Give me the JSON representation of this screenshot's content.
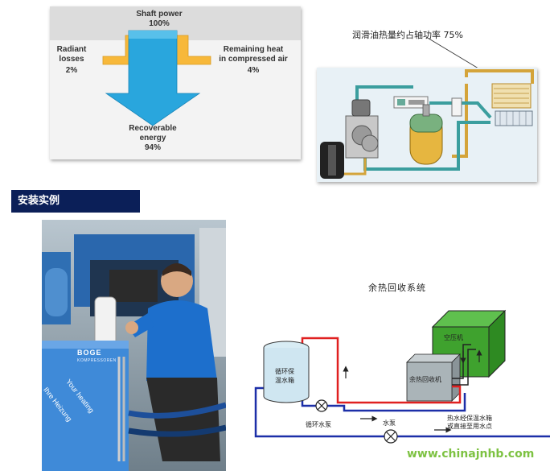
{
  "energy": {
    "shaft_power_label": "Shaft power",
    "shaft_power_value": "100%",
    "radiant_label_1": "Radiant",
    "radiant_label_2": "losses",
    "radiant_value": "2%",
    "remaining_label_1": "Remaining heat",
    "remaining_label_2": "in compressed air",
    "remaining_value": "4%",
    "recoverable_label_1": "Recoverable",
    "recoverable_label_2": "energy",
    "recoverable_value": "94%"
  },
  "schematic": {
    "ratio_label": "润滑油热量约占轴功率 75%"
  },
  "section": {
    "title": "安装实例"
  },
  "photo": {
    "brand": "BOGE",
    "brand_sub": "KOMPRESSOREN",
    "tank_text_1": "Your heating",
    "tank_text_2": "Ihre Heizung"
  },
  "recovery": {
    "title": "余热回收系统",
    "tank_label_1": "循环保",
    "tank_label_2": "温水箱",
    "compressor_label": "空压机",
    "recovery_unit_label": "余热回收机",
    "circ_pump_label": "循环水泵",
    "pump_label": "水泵",
    "outlet_label_1": "热水经保温水箱",
    "outlet_label_2": "或直接至用水点"
  },
  "watermark": {
    "text": "www.chinajnhb.com"
  },
  "colors": {
    "section_bg": "#0b1f58",
    "arrow_blue": "#29a6dd",
    "arrow_orange": "#f7b83a",
    "hot_line": "#e02020",
    "cold_line": "#1c2fa8",
    "compressor_green": "#3fa22e",
    "watermark_green": "#7dc242"
  }
}
